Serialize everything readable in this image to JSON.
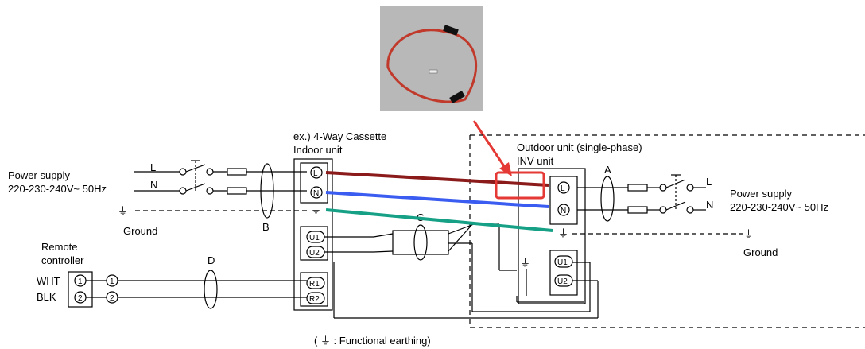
{
  "indoor": {
    "line1": "ex.) 4-Way Cassette",
    "line2": "Indoor unit"
  },
  "outdoor": {
    "line1": "Outdoor unit (single-phase)",
    "line2": "INV unit"
  },
  "power_left": {
    "line1": "Power supply",
    "line2": "220-230-240V~ 50Hz",
    "l": "L",
    "n": "N",
    "ground": "Ground"
  },
  "power_right": {
    "line1": "Power supply",
    "line2": "220-230-240V~ 50Hz",
    "l": "L",
    "n": "N",
    "ground": "Ground"
  },
  "cables": {
    "a": "A",
    "b": "B",
    "c": "C",
    "d": "D"
  },
  "remote": {
    "line1": "Remote",
    "line2": "controller",
    "wht": "WHT",
    "blk": "BLK",
    "t1": "1",
    "t2": "2"
  },
  "terminals": {
    "l": "L",
    "n": "N",
    "u1": "U1",
    "u2": "U2",
    "r1": "R1",
    "r2": "R2"
  },
  "footnote": "( ⏚ : Functional earthing)",
  "colors": {
    "live_wire": "#8b1a1a",
    "neutral_wire": "#3a5cf0",
    "ground_wire": "#16a085",
    "highlight": "#e53935",
    "photo_bg": "#b8b8b8"
  }
}
